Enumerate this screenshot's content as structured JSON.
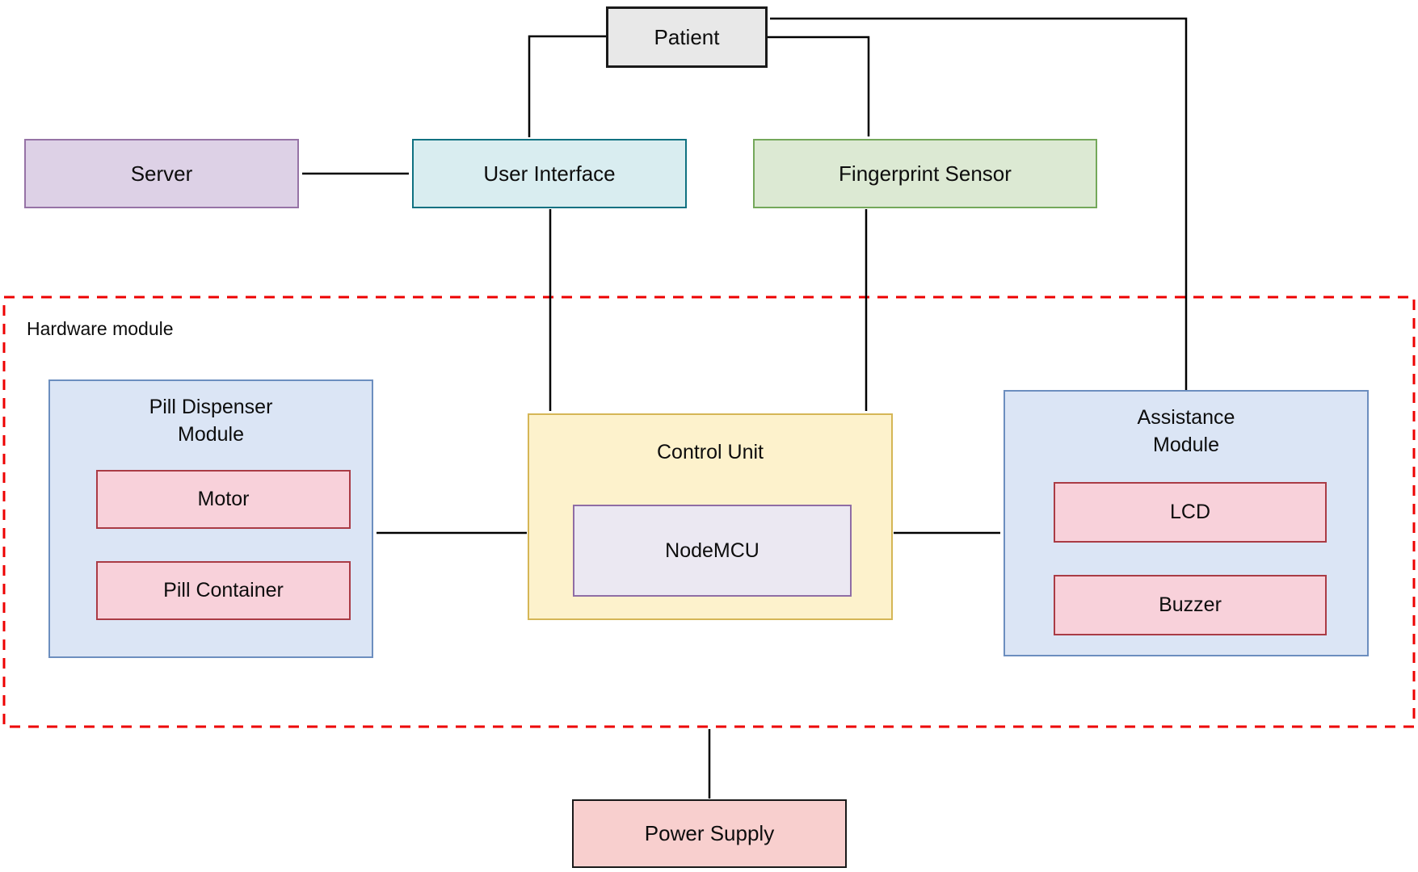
{
  "diagram": {
    "title": "Pill dispenser hardware architecture block diagram",
    "nodes": {
      "patient": {
        "label": "Patient"
      },
      "server": {
        "label": "Server"
      },
      "user_interface": {
        "label": "User Interface"
      },
      "fingerprint_sensor": {
        "label": "Fingerprint Sensor"
      },
      "hardware_module": {
        "label": "Hardware module"
      },
      "pill_dispenser_module": {
        "label": "Pill Dispenser Module"
      },
      "motor": {
        "label": "Motor"
      },
      "pill_container": {
        "label": "Pill Container"
      },
      "control_unit": {
        "label": "Control Unit"
      },
      "nodemcu": {
        "label": "NodeMCU"
      },
      "assistance_module": {
        "label": "Assistance Module"
      },
      "lcd": {
        "label": "LCD"
      },
      "buzzer": {
        "label": "Buzzer"
      },
      "power_supply": {
        "label": "Power Supply"
      }
    },
    "connections": [
      {
        "from": "patient",
        "to": "user_interface",
        "direction": "bidirectional"
      },
      {
        "from": "server",
        "to": "user_interface",
        "direction": "bidirectional"
      },
      {
        "from": "patient",
        "to": "fingerprint_sensor",
        "direction": "one-way"
      },
      {
        "from": "assistance_module",
        "to": "patient",
        "direction": "one-way"
      },
      {
        "from": "user_interface",
        "to": "control_unit",
        "direction": "one-way"
      },
      {
        "from": "fingerprint_sensor",
        "to": "control_unit",
        "direction": "one-way"
      },
      {
        "from": "control_unit",
        "to": "pill_dispenser_module",
        "direction": "one-way"
      },
      {
        "from": "control_unit",
        "to": "assistance_module",
        "direction": "one-way"
      },
      {
        "from": "power_supply",
        "to": "hardware_module",
        "direction": "one-way"
      }
    ],
    "colors": {
      "patient_fill": "#e8e8e8",
      "server_fill": "#ddd1e6",
      "server_border": "#9673a6",
      "user_interface_fill": "#d9edf0",
      "user_interface_border": "#0f7181",
      "fingerprint_fill": "#dce9d3",
      "fingerprint_border": "#74a85a",
      "module_blue_fill": "#dbe5f5",
      "module_blue_border": "#6c8ebf",
      "control_unit_fill": "#fdf2cc",
      "control_unit_border": "#d5b656",
      "nodemcu_fill": "#ebe8f2",
      "nodemcu_border": "#8f6da5",
      "pink_fill": "#f8d1da",
      "pink_border": "#aa3b45",
      "power_fill": "#f8cfce",
      "hardware_dashed_border": "#ed0000",
      "connector": "#000000"
    }
  }
}
